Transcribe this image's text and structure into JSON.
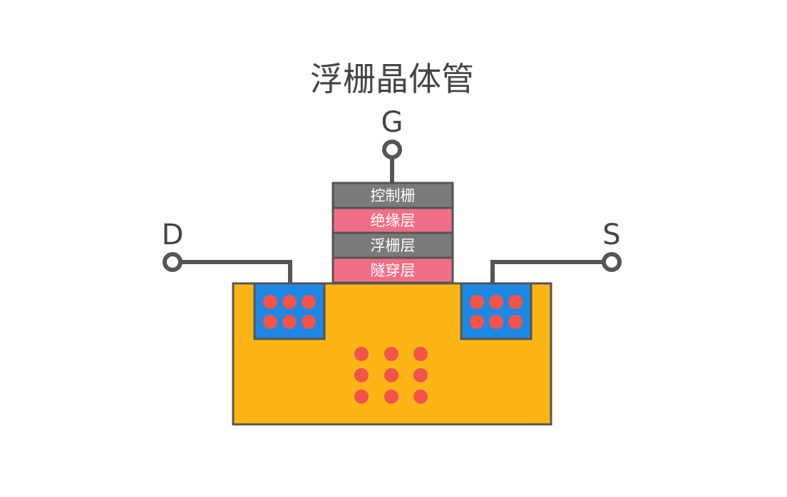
{
  "title": "浮栅晶体管",
  "terminals": {
    "gate": "G",
    "drain": "D",
    "source": "S"
  },
  "gate_stack": [
    {
      "label": "控制栅",
      "color": "#7a7a7a"
    },
    {
      "label": "绝缘层",
      "color": "#f06f86"
    },
    {
      "label": "浮栅层",
      "color": "#7a7a7a"
    },
    {
      "label": "隧穿层",
      "color": "#f06f86"
    }
  ],
  "colors": {
    "substrate": "#fdb515",
    "well": "#1e88e5",
    "electron": "#f4534a",
    "wire": "#555555",
    "outline": "#555555"
  }
}
